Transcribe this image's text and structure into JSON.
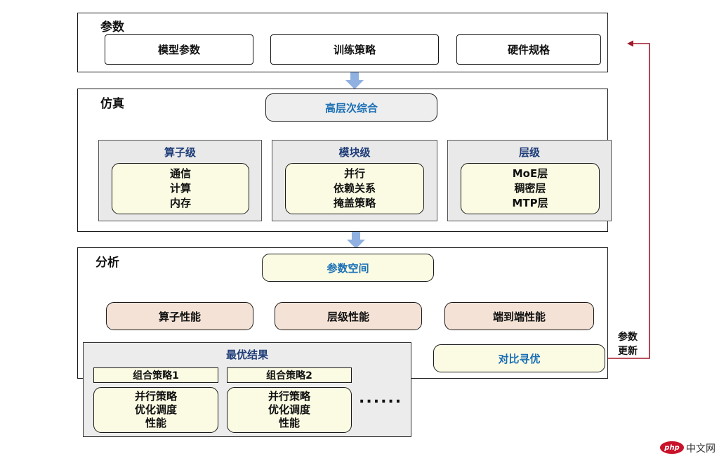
{
  "params": {
    "title": "参数",
    "boxes": [
      "模型参数",
      "训练策略",
      "硬件规格"
    ]
  },
  "simulation": {
    "title": "仿真",
    "top": "高层次综合",
    "panels": [
      {
        "title": "算子级",
        "items": [
          "通信",
          "计算",
          "内存"
        ]
      },
      {
        "title": "模块级",
        "items": [
          "并行",
          "依赖关系",
          "掩盖策略"
        ]
      },
      {
        "title": "层级",
        "items": [
          "MoE层",
          "稠密层",
          "MTP层"
        ]
      }
    ]
  },
  "analysis": {
    "title": "分析",
    "top": "参数空间",
    "perf": [
      "算子性能",
      "层级性能",
      "端到端性能"
    ],
    "compare": "对比寻优",
    "update_label": [
      "参数",
      "更新"
    ]
  },
  "best": {
    "title": "最优结果",
    "combos": [
      {
        "label": "组合策略1",
        "items": [
          "并行策略",
          "优化调度",
          "性能"
        ]
      },
      {
        "label": "组合策略2",
        "items": [
          "并行策略",
          "优化调度",
          "性能"
        ]
      }
    ],
    "more": "......"
  },
  "watermark": {
    "logo": "php",
    "text": "中文网"
  },
  "colors": {
    "accent_blue": "#1a6fb5",
    "feedback_red": "#a0182a",
    "flow_arrow": "#8fb0e0"
  }
}
